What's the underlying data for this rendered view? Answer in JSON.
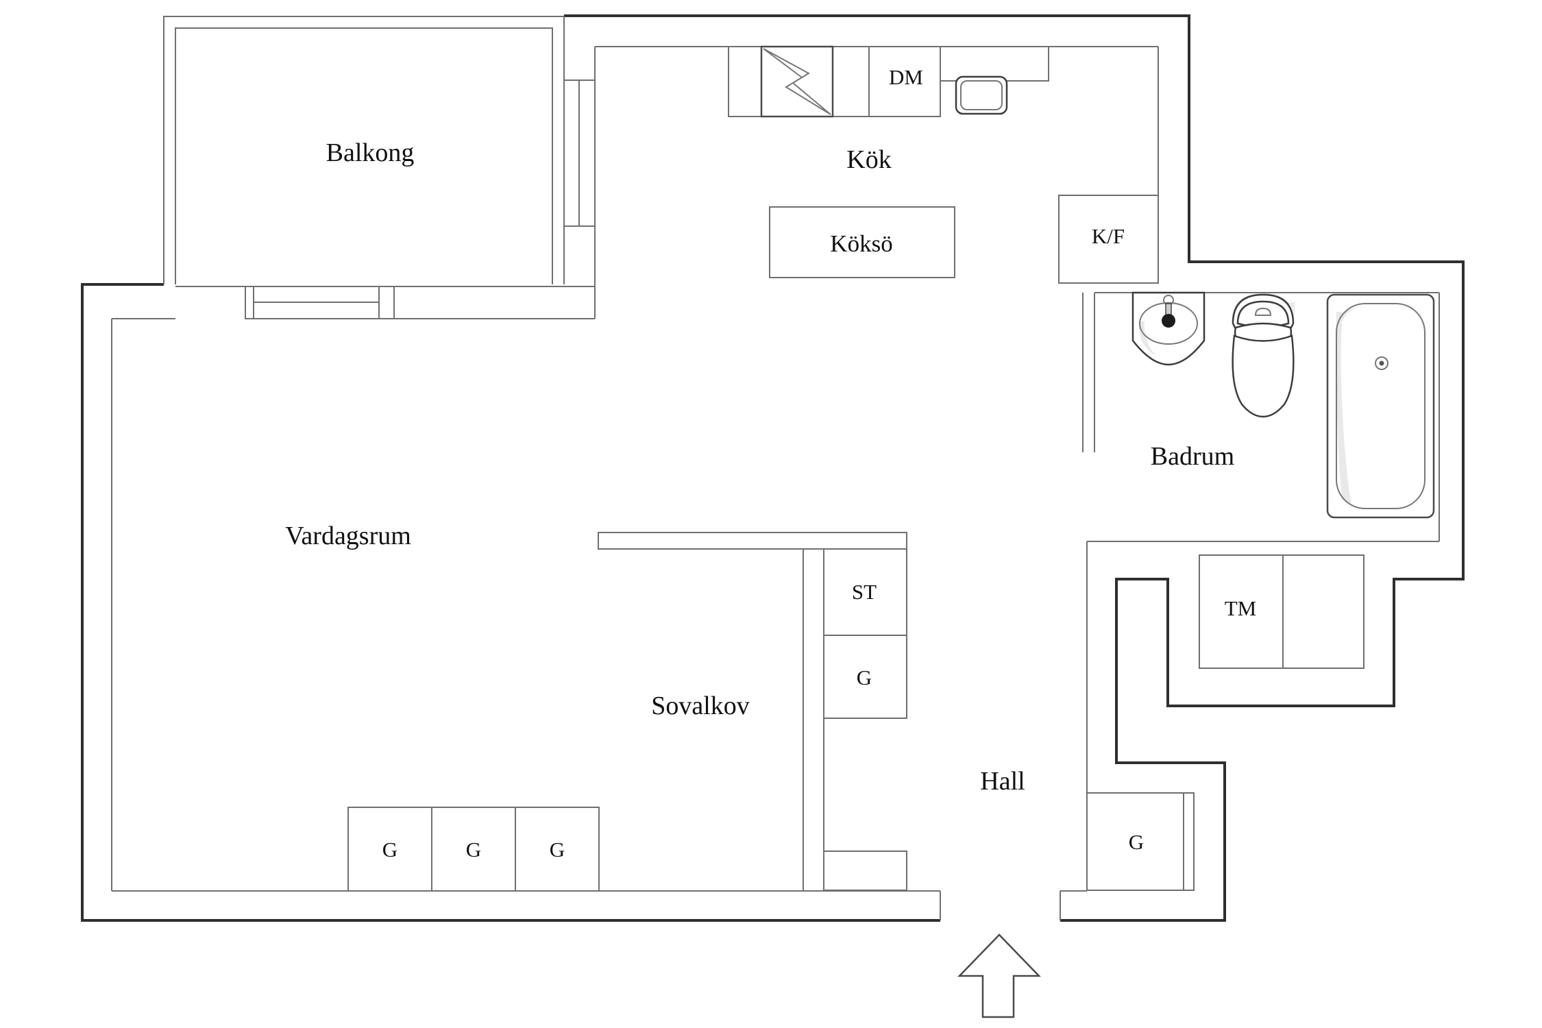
{
  "floorplan": {
    "title": "Apartment floor plan (Swedish)",
    "rooms": {
      "balcony": {
        "label": "Balkong"
      },
      "kitchen": {
        "label": "Kök"
      },
      "kitchen_island": {
        "label": "Köksö"
      },
      "living_room": {
        "label": "Vardagsrum"
      },
      "sleeping_alcove": {
        "label": "Sovalkov"
      },
      "hall": {
        "label": "Hall"
      },
      "bathroom": {
        "label": "Badrum"
      }
    },
    "fixtures": {
      "dishwasher": {
        "label": "DM"
      },
      "fridge_freezer": {
        "label": "K/F"
      },
      "washing_machine": {
        "label": "TM"
      },
      "cleaning_cabinet": {
        "label": "ST"
      },
      "alcove_wardrobe": {
        "label": "G"
      },
      "wardrobe_1": {
        "label": "G"
      },
      "wardrobe_2": {
        "label": "G"
      },
      "wardrobe_3": {
        "label": "G"
      },
      "hall_wardrobe": {
        "label": "G"
      }
    },
    "icons": [
      "stove-lightning-icon",
      "kitchen-sink-icon",
      "bathroom-sink-icon",
      "toilet-icon",
      "bathtub-icon",
      "entrance-arrow-icon",
      "window-icon"
    ],
    "colors": {
      "background": "#ffffff",
      "wall_outer": "#2f2f2f",
      "wall_inner": "#6f6f6f",
      "text": "#111111",
      "fixture_shade": "#e9e9e9"
    }
  }
}
